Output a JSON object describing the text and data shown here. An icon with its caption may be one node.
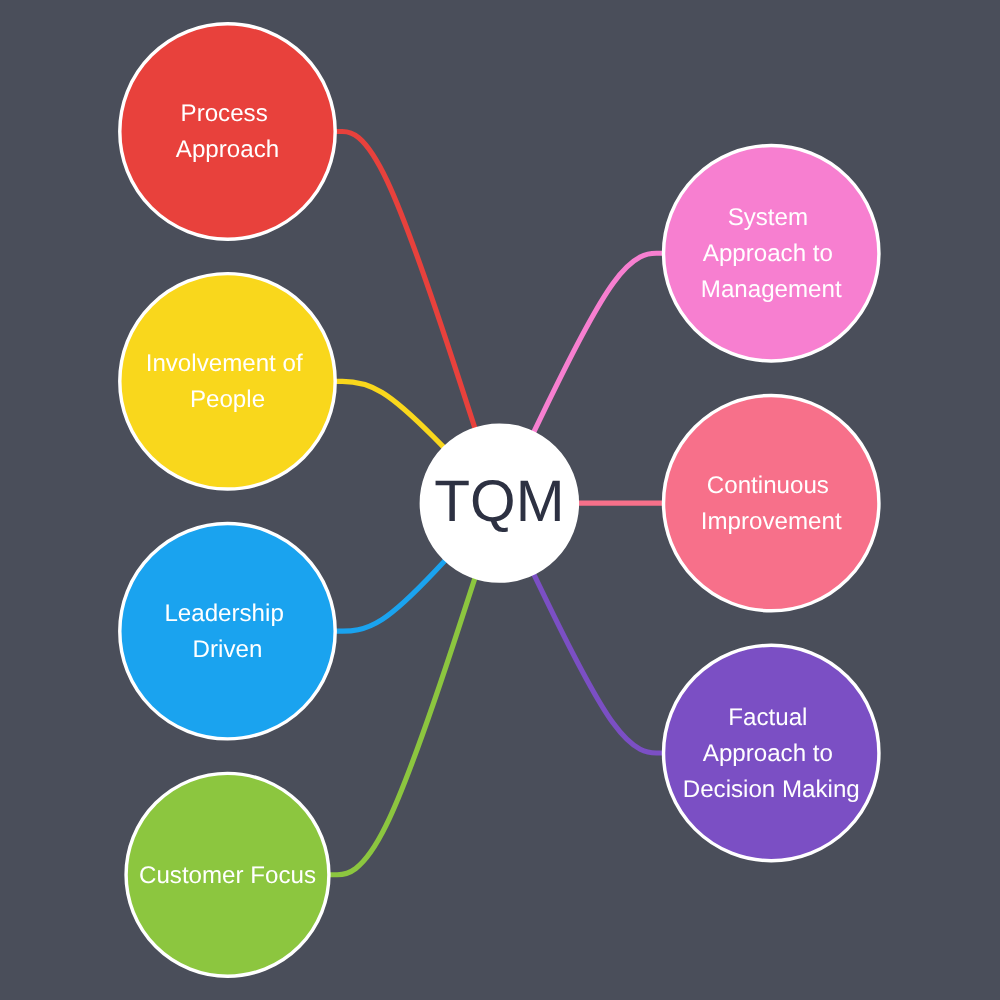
{
  "diagram": {
    "nodes": [
      {
        "text": [
          "Process Approach"
        ]
      },
      {
        "text": [
          "Involvement of People"
        ]
      },
      {
        "text": [
          "System Approach to Management"
        ]
      },
      {
        "text": [
          "Leadership Driven"
        ]
      },
      {
        "text": [
          "Continuous Improvement"
        ]
      },
      {
        "text": [
          "TQM"
        ]
      },
      {
        "text": [
          "Customer Focus"
        ]
      },
      {
        "text": [
          "Factual Approach to Decision Making"
        ]
      }
    ],
    "edges": [
      {
        "from": 0,
        "to": 5,
        "arrow": "none",
        "color": "#e8413c"
      },
      {
        "from": 1,
        "to": 5,
        "arrow": "none",
        "color": "#f9d71c"
      },
      {
        "from": 3,
        "to": 5,
        "arrow": "none",
        "color": "#1aa3ef"
      },
      {
        "from": 6,
        "to": 5,
        "arrow": "none",
        "color": "#8cc63f"
      },
      {
        "from": 5,
        "to": 2,
        "arrow": "none",
        "color": "#f77fd0"
      },
      {
        "from": 5,
        "to": 4,
        "arrow": "none",
        "color": "#f7708a"
      },
      {
        "from": 5,
        "to": 7,
        "arrow": "none",
        "color": "#7b4fc4"
      }
    ]
  }
}
